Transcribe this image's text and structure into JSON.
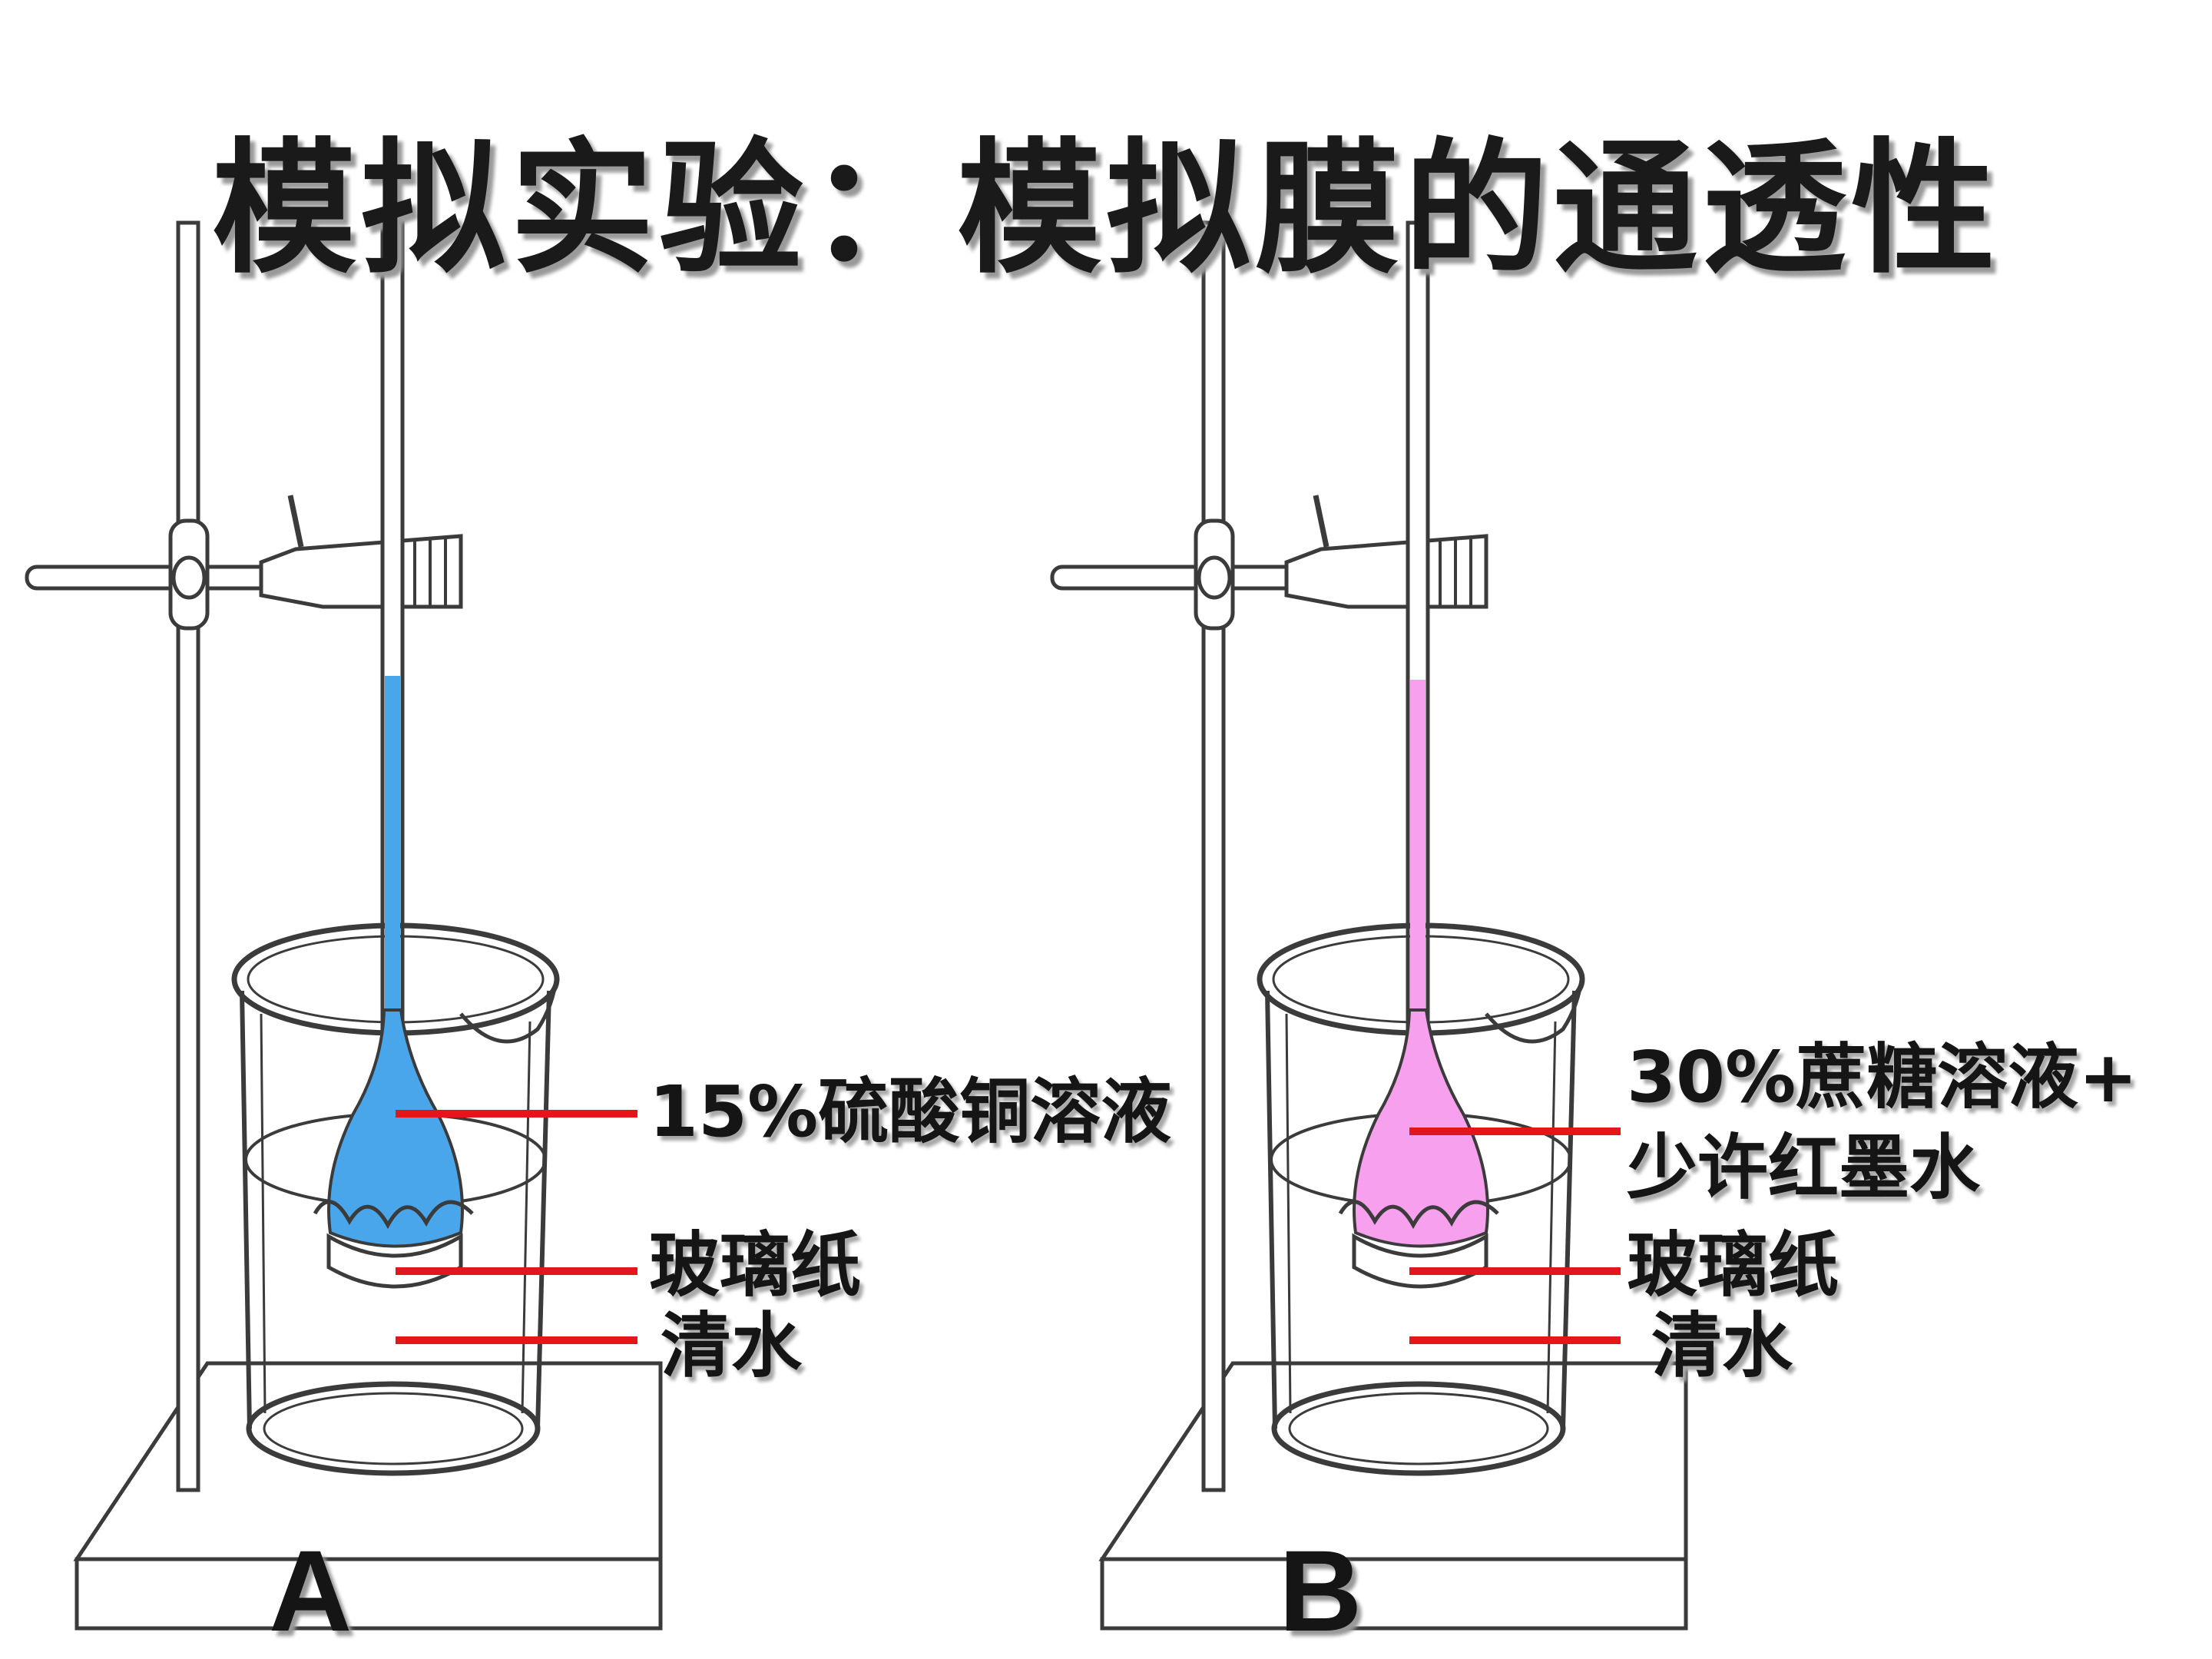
{
  "title": "模拟实验：模拟膜的通透性",
  "colors": {
    "solution_a": "#4aa6ea",
    "solution_b": "#f7a0ee",
    "pointer": "#e3161c",
    "outline": "#3b3b3b"
  },
  "setup_a": {
    "label": "A",
    "solution_label": "15%硫酸铜溶液",
    "membrane_label": "玻璃纸",
    "water_label": "清水"
  },
  "setup_b": {
    "label": "B",
    "solution_label_line1": "30%蔗糖溶液+",
    "solution_label_line2": "少许红墨水",
    "membrane_label": "玻璃纸",
    "water_label": "清水"
  }
}
